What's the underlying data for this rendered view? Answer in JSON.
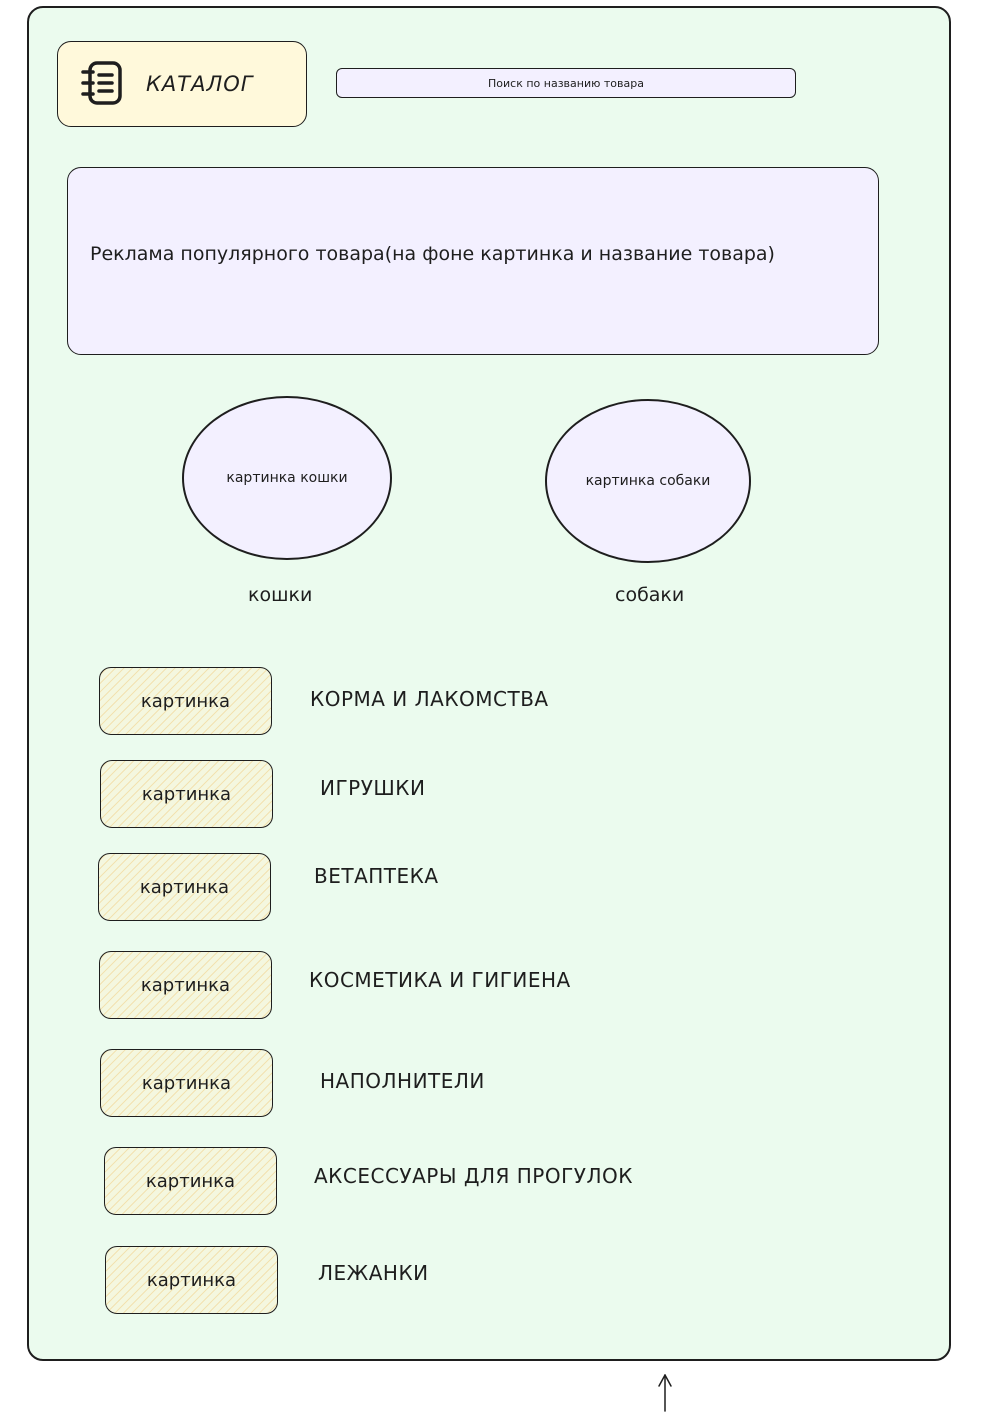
{
  "catalog_button": {
    "label": "КАТАЛОГ",
    "icon": "notebook-list-icon"
  },
  "search": {
    "placeholder": "Поиск по названию товара"
  },
  "banner": {
    "text": "Реклама популярного товара(на фоне картинка и название товара)"
  },
  "pets": [
    {
      "image_text": "картинка кошки",
      "label": "кошки"
    },
    {
      "image_text": "картинка собаки",
      "label": "собаки"
    }
  ],
  "categories": [
    {
      "image_text": "картинка",
      "name": "КОРМА И ЛАКОМСТВА"
    },
    {
      "image_text": "картинка",
      "name": "ИГРУШКИ"
    },
    {
      "image_text": "картинка",
      "name": "ВЕТАПТЕКА"
    },
    {
      "image_text": "картинка",
      "name": "КОСМЕТИКА И ГИГИЕНА"
    },
    {
      "image_text": "картинка",
      "name": "НАПОЛНИТЕЛИ"
    },
    {
      "image_text": "картинка",
      "name": "АКСЕССУАРЫ ДЛЯ ПРОГУЛОК"
    },
    {
      "image_text": "картинка",
      "name": "ЛЕЖАНКИ"
    }
  ],
  "colors": {
    "frame_bg": "#ebfbee",
    "catalog_bg": "#fff9db",
    "banner_bg": "#f3f0ff",
    "thumb_bg": "#f4f7df",
    "stroke": "#1e1e1e"
  }
}
